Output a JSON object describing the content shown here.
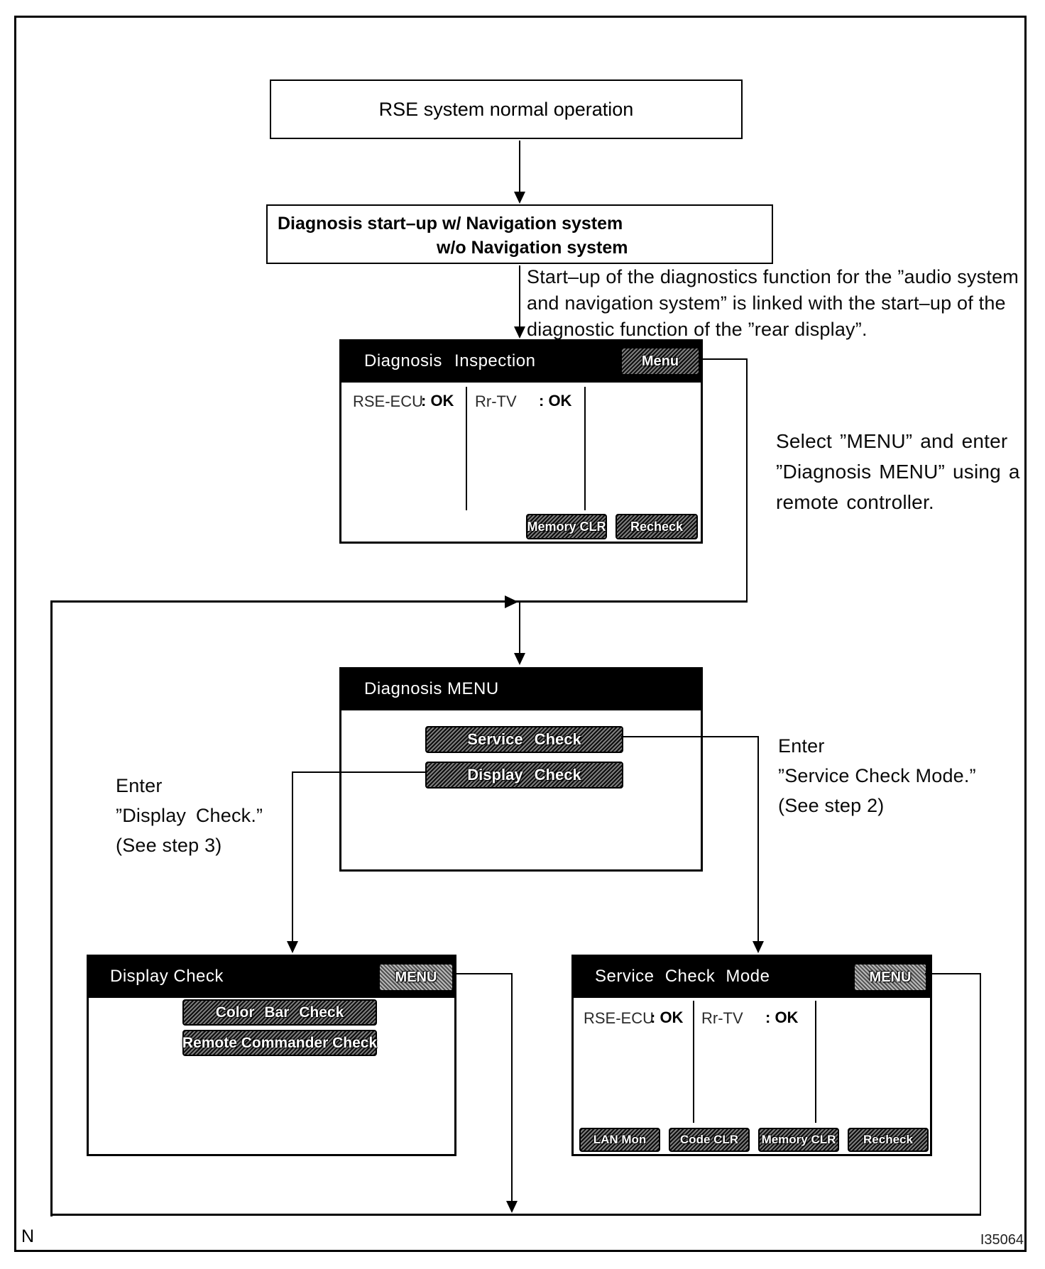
{
  "footer": {
    "page_letter": "N",
    "figure_id": "I35064"
  },
  "flow": {
    "box1": "RSE system normal operation",
    "box2": {
      "line1": "Diagnosis start–up w/ Navigation system",
      "line2": "w/o Navigation system"
    },
    "notes": {
      "startup": [
        "Start–up of the diagnostics function for the ”audio system",
        "and navigation system” is linked with the start–up of the",
        "diagnostic function of the ”rear display”."
      ],
      "select_menu": [
        "Select ”MENU” and enter",
        "”Diagnosis MENU” using a",
        "remote controller."
      ],
      "display_check": [
        "Enter",
        "”Display Check.”",
        "(See step 3)"
      ],
      "service_check": [
        "Enter",
        "”Service Check Mode.”",
        "(See step 2)"
      ]
    }
  },
  "screens": {
    "diagnosis_inspection": {
      "title": "Diagnosis Inspection",
      "menu_button": "Menu",
      "status": [
        {
          "label": "RSE-ECU",
          "value": ": OK"
        },
        {
          "label": "Rr-TV",
          "value": ": OK"
        }
      ],
      "buttons": [
        "Memory CLR",
        "Recheck"
      ]
    },
    "diagnosis_menu": {
      "title": "Diagnosis MENU",
      "buttons": [
        "Service Check",
        "Display Check"
      ]
    },
    "display_check": {
      "title": "Display Check",
      "menu_button": "MENU",
      "buttons": [
        "Color Bar Check",
        "Remote Commander Check"
      ]
    },
    "service_check_mode": {
      "title": "Service Check Mode",
      "menu_button": "MENU",
      "status": [
        {
          "label": "RSE-ECU",
          "value": ": OK"
        },
        {
          "label": "Rr-TV",
          "value": ": OK"
        }
      ],
      "buttons": [
        "LAN Mon",
        "Code CLR",
        "Memory CLR",
        "Recheck"
      ]
    }
  }
}
